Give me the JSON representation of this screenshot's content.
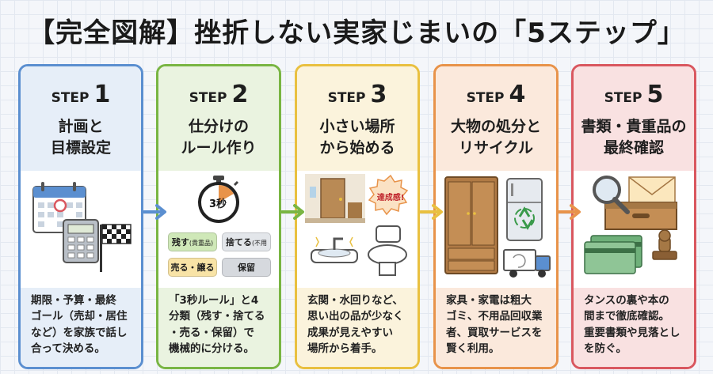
{
  "title": "【完全図解】挫折しない実家じまいの「5ステップ」",
  "steps": [
    {
      "step_word": "STEP",
      "number": "1",
      "title": "計画と\n目標設定",
      "desc": "期限・予算・最終\nゴール（売却・居住\nなど）を家族で話し\n合って決める。",
      "border": "#5b8fd0",
      "head_bg": "#e6eef8",
      "icons": [
        "calendar-icon",
        "calculator-icon",
        "checkered-flag-icon"
      ]
    },
    {
      "step_word": "STEP",
      "number": "2",
      "title": "仕分けの\nルール作り",
      "desc": "「3秒ルール」と4\n分類（残す・捨てる\n・売る・保留）で\n機械的に分ける。",
      "border": "#79b543",
      "head_bg": "#eaf3e0",
      "timer_label": "3秒",
      "tags": {
        "keep": "残す",
        "keep_note": "(貴重品)",
        "discard": "捨てる",
        "discard_note": "(不用品)",
        "sell": "売る・譲る",
        "hold": "保留"
      },
      "icons": [
        "stopwatch-icon"
      ]
    },
    {
      "step_word": "STEP",
      "number": "3",
      "title": "小さい場所\nから始める",
      "desc": "玄関・水回りなど、\n思い出の品が少なく\n成果が見えやすい\n場所から着手。",
      "border": "#e9c040",
      "head_bg": "#fbf3dc",
      "badge": "達成感!",
      "icons": [
        "entrance-icon",
        "sink-icon",
        "toilet-icon"
      ]
    },
    {
      "step_word": "STEP",
      "number": "4",
      "title": "大物の処分と\nリサイクル",
      "desc": "家具・家電は粗大\nゴミ、不用品回収業\n者、買取サービスを\n賢く利用。",
      "border": "#e8934a",
      "head_bg": "#fbe9dc",
      "icons": [
        "wardrobe-icon",
        "fridge-icon",
        "recycle-icon",
        "truck-icon"
      ]
    },
    {
      "step_word": "STEP",
      "number": "5",
      "title": "書類・貴重品の\n最終確認",
      "desc": "タンスの裏や本の\n間まで徹底確認。\n重要書類や見落とし\nを防ぐ。",
      "border": "#d9575f",
      "head_bg": "#f9e1e1",
      "icons": [
        "magnifier-icon",
        "drawer-icon",
        "envelope-icon",
        "bankbook-icon",
        "stamp-icon"
      ]
    }
  ],
  "arrow_colors": [
    "#5b8fd0",
    "#79b543",
    "#e9c040",
    "#e8934a"
  ]
}
